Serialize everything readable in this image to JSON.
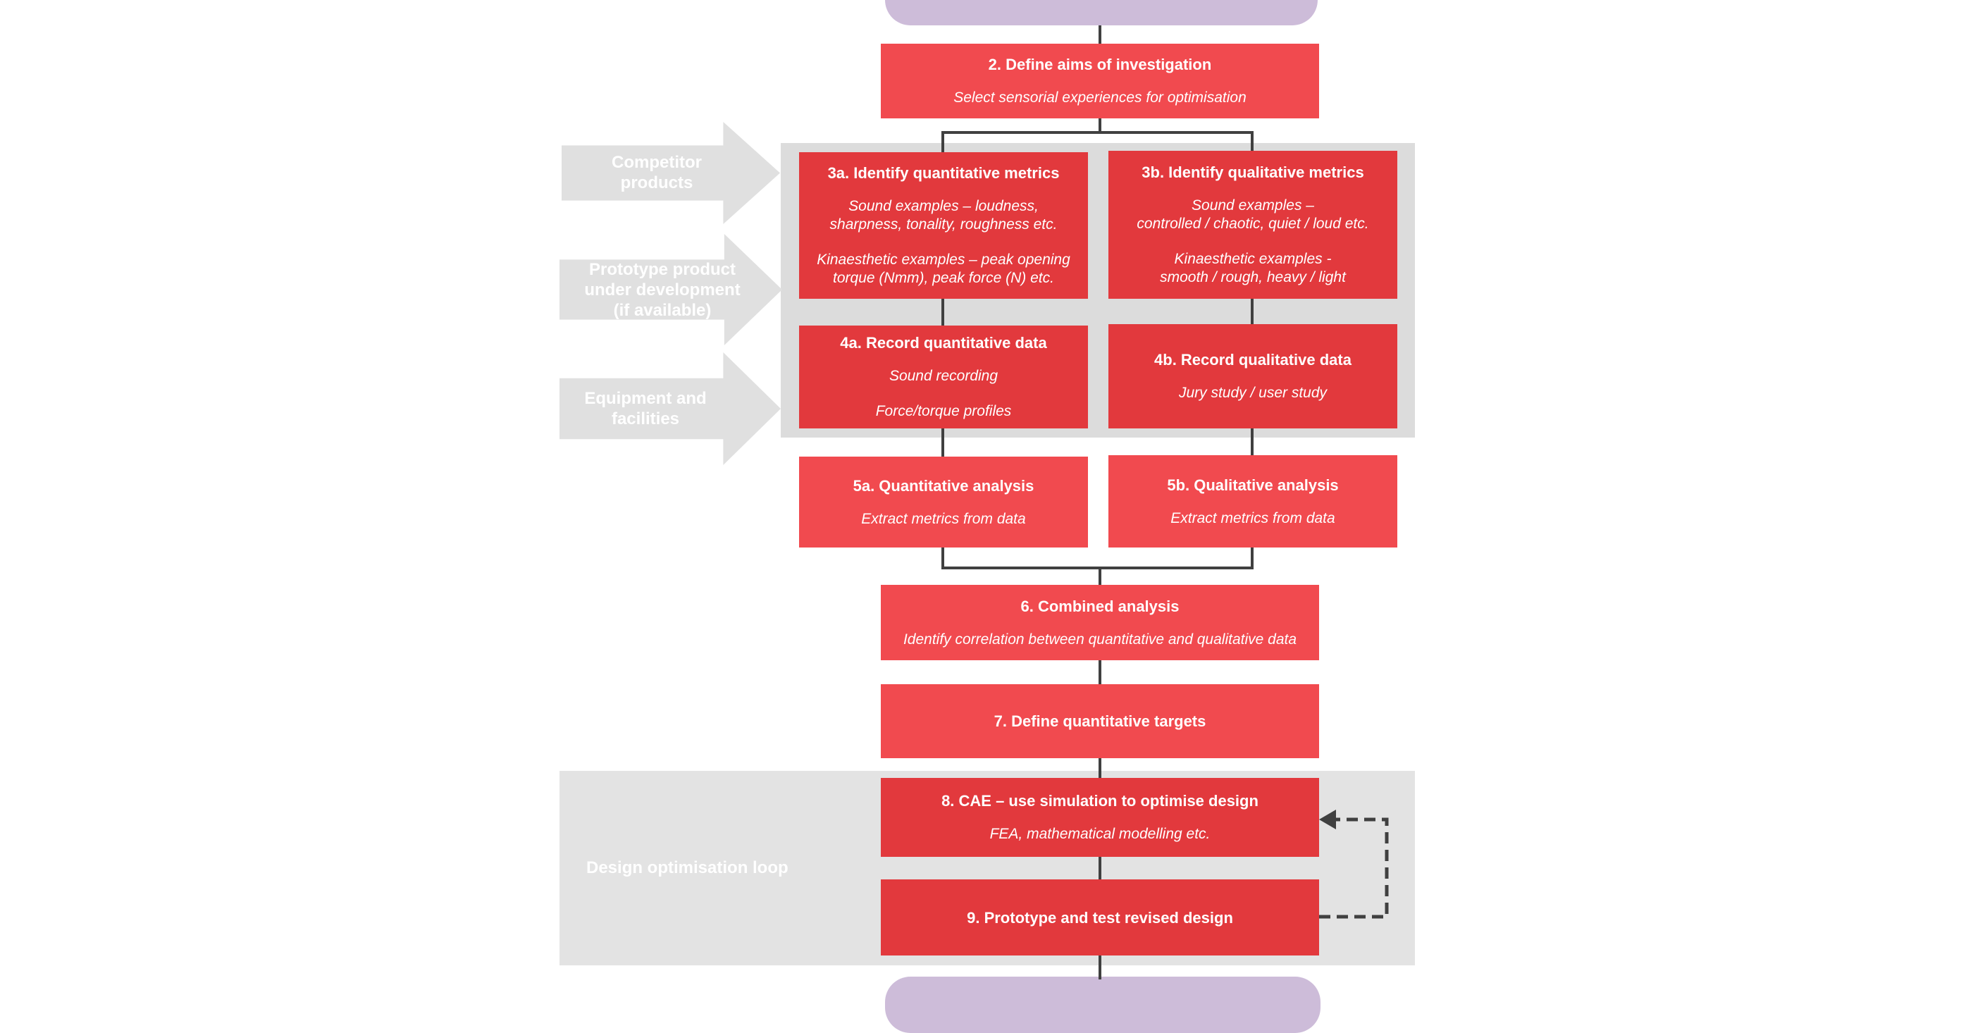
{
  "diagram": {
    "steps": {
      "s2": {
        "title": "2. Define aims of investigation",
        "sub": "Select sensorial experiences for optimisation"
      },
      "s3a": {
        "title": "3a. Identify quantitative metrics",
        "sub1": "Sound examples – loudness,\nsharpness, tonality, roughness etc.",
        "sub2": "Kinaesthetic examples – peak opening\ntorque (Nmm), peak force (N) etc."
      },
      "s3b": {
        "title": "3b. Identify qualitative metrics",
        "sub1": "Sound examples –\ncontrolled / chaotic, quiet / loud etc.",
        "sub2": "Kinaesthetic examples -\nsmooth / rough, heavy / light"
      },
      "s4a": {
        "title": "4a. Record quantitative data",
        "sub1": "Sound recording",
        "sub2": "Force/torque profiles"
      },
      "s4b": {
        "title": "4b. Record qualitative data",
        "sub": "Jury study / user study"
      },
      "s5a": {
        "title": "5a. Quantitative analysis",
        "sub": "Extract metrics from data"
      },
      "s5b": {
        "title": "5b. Qualitative analysis",
        "sub": "Extract metrics from data"
      },
      "s6": {
        "title": "6. Combined analysis",
        "sub": "Identify correlation between quantitative and qualitative data"
      },
      "s7": {
        "title": "7. Define quantitative targets"
      },
      "s8": {
        "title": "8. CAE – use simulation to optimise design",
        "sub": "FEA, mathematical modelling etc."
      },
      "s9": {
        "title": "9. Prototype and test revised design"
      }
    },
    "inputs": [
      {
        "label": "Competitor\nproducts"
      },
      {
        "label": "Prototype product\nunder development\n(if available)"
      },
      {
        "label": "Equipment and\nfacilities"
      }
    ],
    "loop_label": "Design optimisation loop"
  },
  "colors": {
    "step_red": "#f14a4f",
    "step_dark_red": "#e2393d",
    "panel_grey": "#dcdcdc",
    "band_grey": "#e3e3e3",
    "terminal_purple": "#cdbcd9",
    "connector": "#404040"
  }
}
